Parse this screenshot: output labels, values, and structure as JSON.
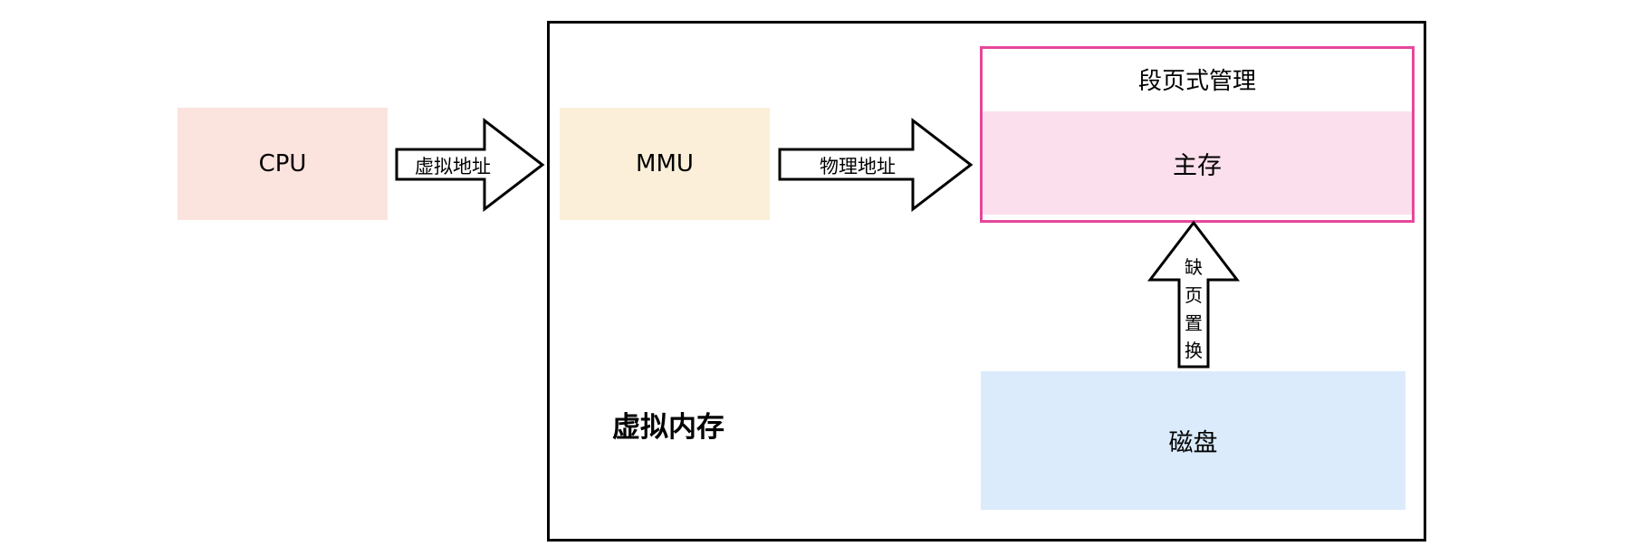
{
  "nodes": {
    "cpu": "CPU",
    "mmu": "MMU",
    "virtual_memory": "虚拟内存",
    "segment_page_management": "段页式管理",
    "main_memory": "主存",
    "disk": "磁盘"
  },
  "arrows": {
    "virtual_address": "虚拟地址",
    "physical_address": "物理地址",
    "page_replacement": [
      "缺",
      "页",
      "置",
      "换"
    ]
  },
  "colors": {
    "cpu_fill": "#fbe3de",
    "mmu_fill": "#fcefd9",
    "main_memory_fill": "#fbdfec",
    "disk_fill": "#dcebfb",
    "segment_border": "#e6479b",
    "container_border": "#000000"
  }
}
